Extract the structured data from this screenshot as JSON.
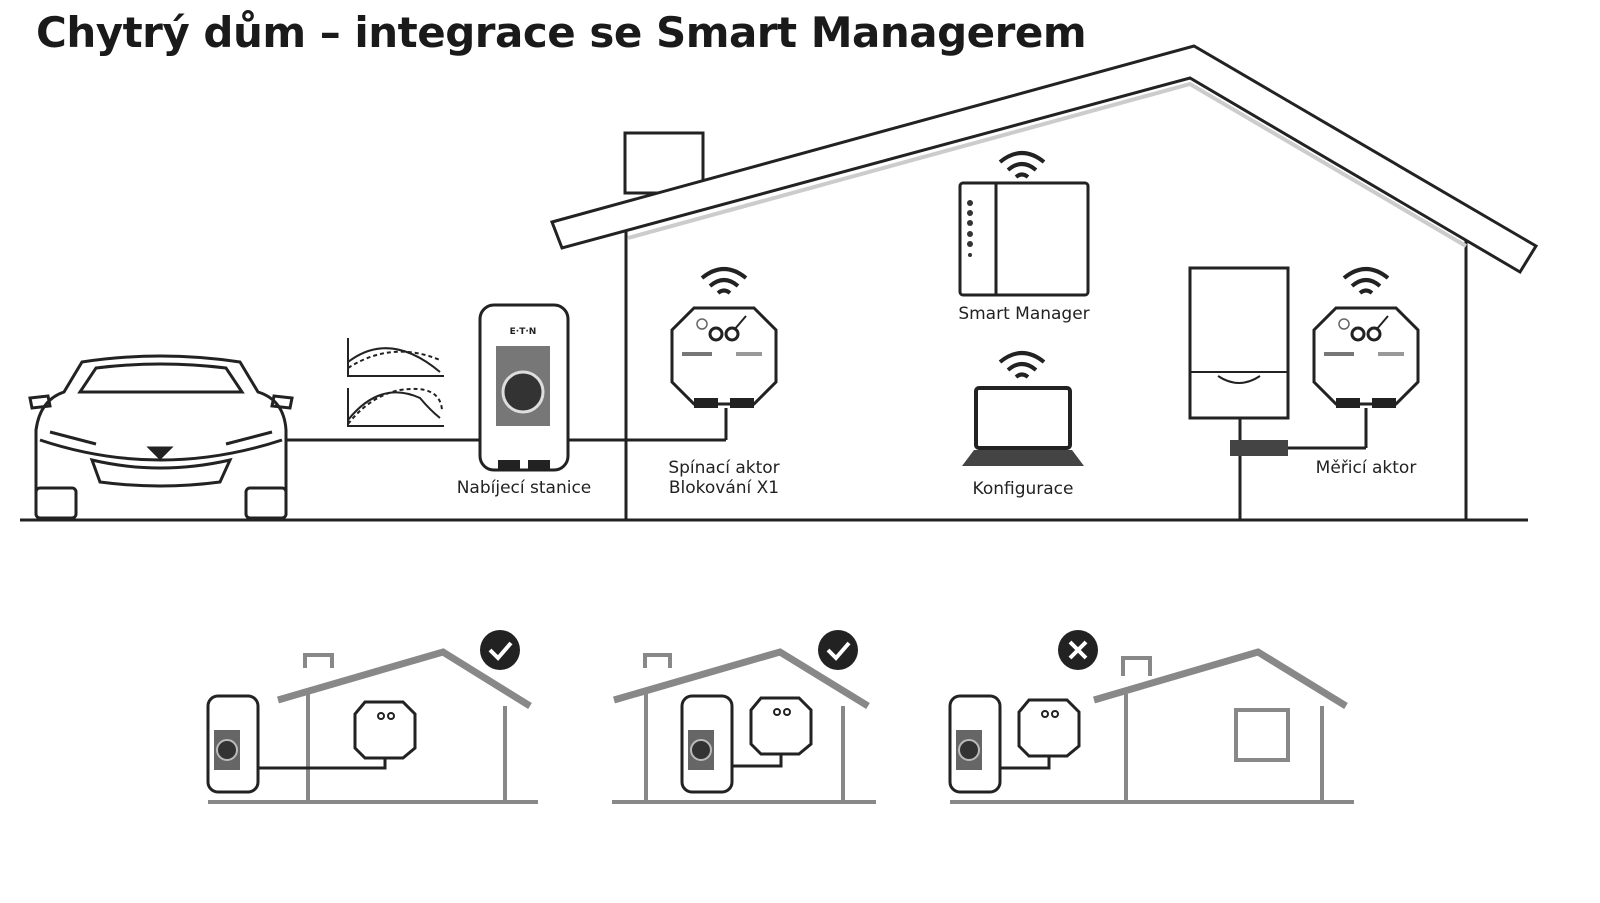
{
  "title": "Chytrý dům – integrace se Smart Managerem",
  "labels": {
    "charging_station": "Nabíjecí stanice",
    "switch_actuator_line1": "Spínací aktor",
    "switch_actuator_line2": "Blokování X1",
    "smart_manager": "Smart Manager",
    "configuration": "Konfigurace",
    "metering_actuator": "Měřicí aktor"
  },
  "brand": "E·T·N",
  "scenarios": [
    {
      "status": "ok",
      "icon": "check-icon"
    },
    {
      "status": "ok",
      "icon": "check-icon"
    },
    {
      "status": "not-ok",
      "icon": "cross-icon"
    }
  ],
  "colors": {
    "line": "#1a1a1a",
    "gray": "#8a8a8a",
    "screen": "#555555"
  }
}
